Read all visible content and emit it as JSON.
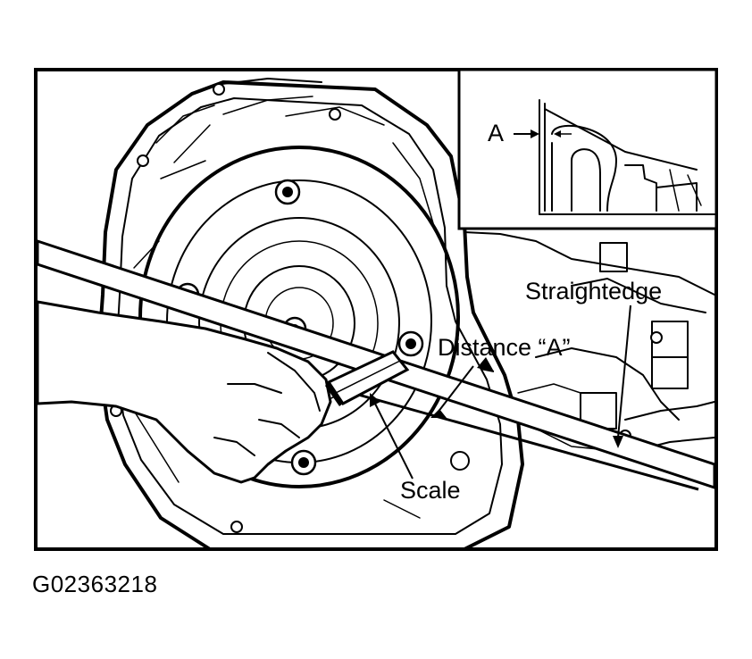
{
  "labels": {
    "inset_a": "A",
    "straightedge": "Straightedge",
    "distance": "Distance “A”",
    "scale": "Scale"
  },
  "figure_id": "G02363218",
  "colors": {
    "ink": "#000000",
    "background": "#ffffff"
  }
}
